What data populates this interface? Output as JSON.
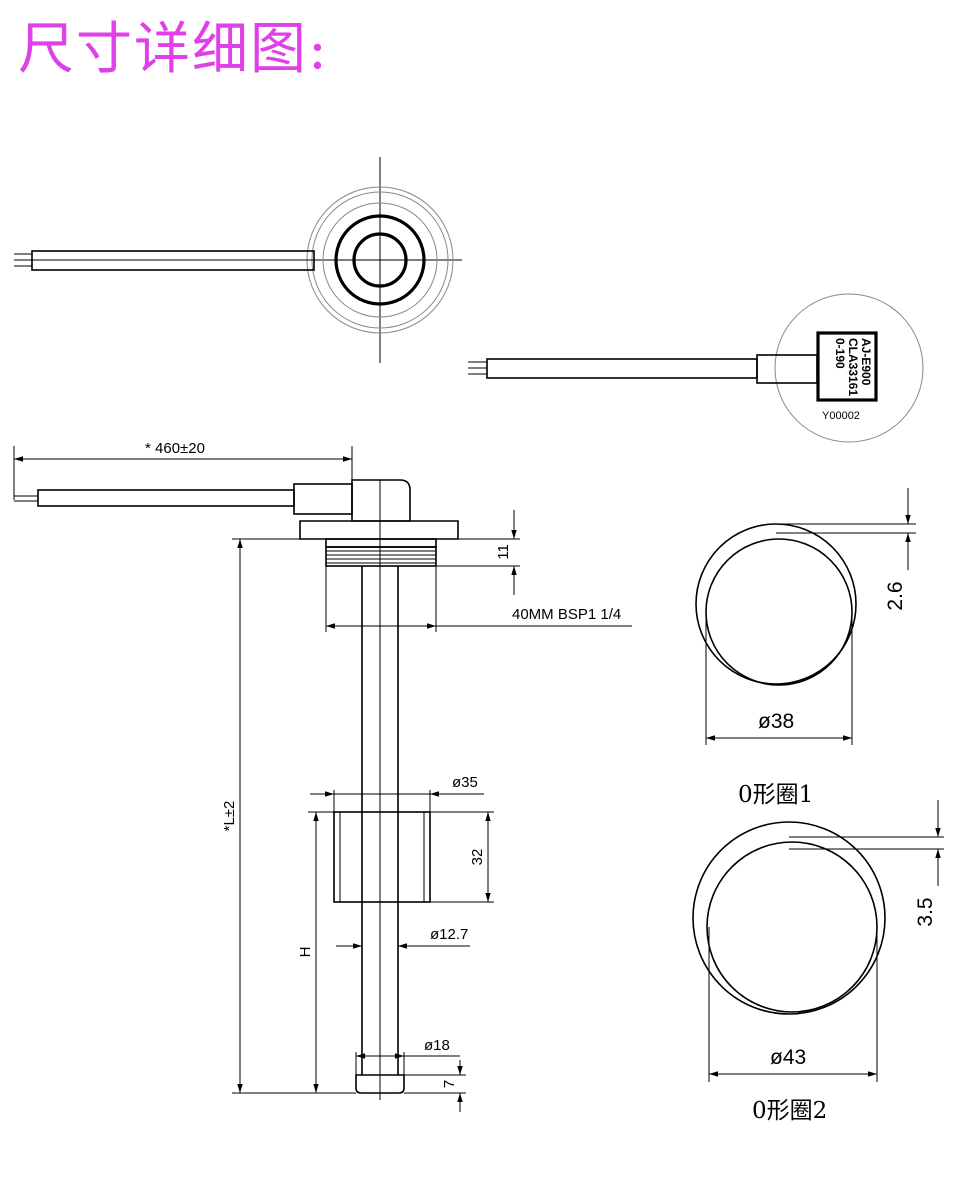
{
  "title": "尺寸详细图:",
  "top_view": {
    "cable_wires": 3
  },
  "side_label": {
    "line1": "AJ-E900",
    "line2": "CLA33161",
    "line3": "0-190",
    "code": "Y00002"
  },
  "main": {
    "cable_length": "* 460±20",
    "flange_height": "11",
    "thread_spec": "40MM BSP1 1/4",
    "total_length": "*L±2",
    "float_diameter": "ø35",
    "float_height": "32",
    "float_position": "H",
    "rod_diameter": "ø12.7",
    "tip_diameter": "ø18",
    "tip_height": "7"
  },
  "oring1": {
    "thickness": "2.6",
    "diameter": "ø38",
    "caption": "0形圈1"
  },
  "oring2": {
    "thickness": "3.5",
    "diameter": "ø43",
    "caption": "0形圈2"
  }
}
